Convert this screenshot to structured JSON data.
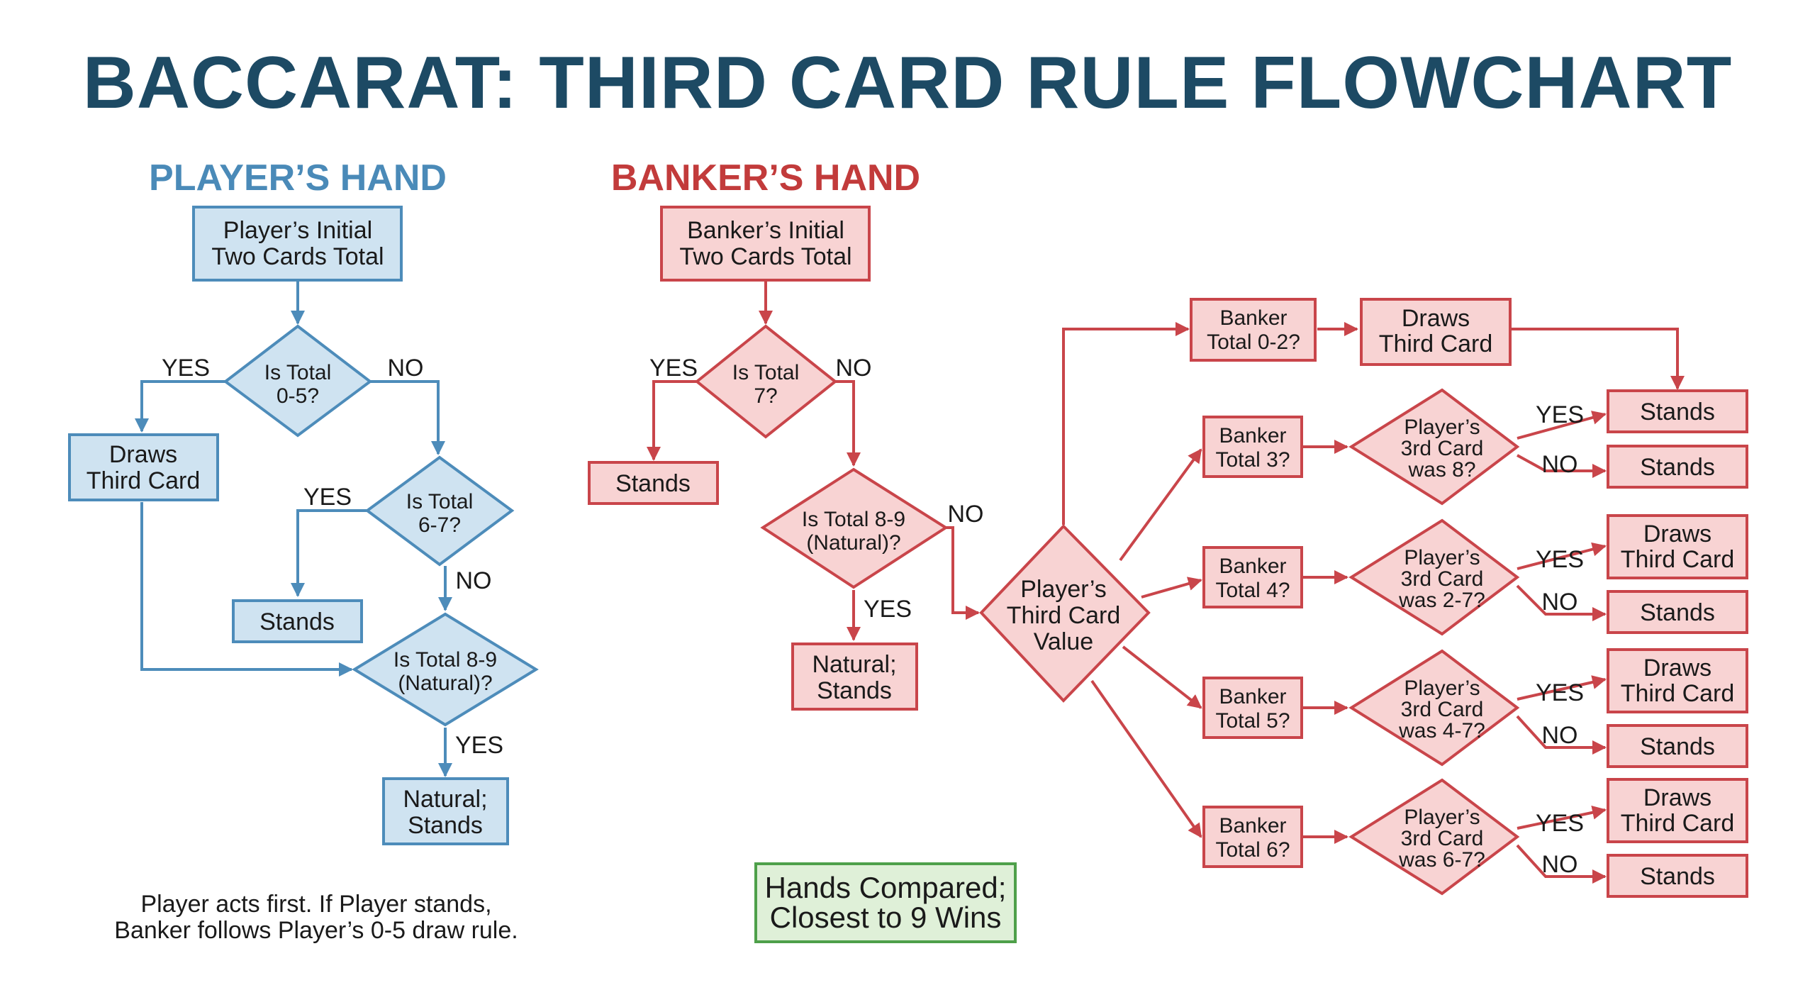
{
  "title": "BACCARAT: THIRD CARD RULE FLOWCHART",
  "colors": {
    "player": "#4d8cba",
    "banker": "#c9454a",
    "outcome": "#4ea04a",
    "title": "#1d4a64"
  },
  "player": {
    "heading": "PLAYER’S HAND",
    "start": [
      "Player’s Initial",
      "Two Cards Total"
    ],
    "d1": [
      "Is Total",
      "0-5?"
    ],
    "draw": [
      "Draws",
      "Third Card"
    ],
    "d2": [
      "Is Total",
      "6-7?"
    ],
    "stands": "Stands",
    "d3": [
      "Is Total 8-9",
      "(Natural)?"
    ],
    "natural": [
      "Natural;",
      "Stands"
    ],
    "note": [
      "Player acts first. If Player stands,",
      "Banker follows Player’s 0-5 draw rule."
    ]
  },
  "banker": {
    "heading": "BANKER’S HAND",
    "start": [
      "Banker’s Initial",
      "Two Cards Total"
    ],
    "d1": [
      "Is Total",
      "7?"
    ],
    "stands": "Stands",
    "d2": [
      "Is Total 8-9",
      "(Natural)?"
    ],
    "natural": [
      "Natural;",
      "Stands"
    ],
    "third": [
      "Player’s",
      "Third Card",
      "Value"
    ],
    "t02": [
      "Banker",
      "Total 0-2?"
    ],
    "draws": [
      "Draws",
      "Third Card"
    ],
    "t3": [
      "Banker",
      "Total 3?"
    ],
    "t4": [
      "Banker",
      "Total 4?"
    ],
    "t5": [
      "Banker",
      "Total 5?"
    ],
    "t6": [
      "Banker",
      "Total 6?"
    ],
    "q3": [
      "Player’s",
      "3rd Card",
      "was 8?"
    ],
    "q4": [
      "Player’s",
      "3rd Card",
      "was 2-7?"
    ],
    "q5": [
      "Player’s",
      "3rd Card",
      "was 4-7?"
    ],
    "q6": [
      "Player’s",
      "3rd Card",
      "was 6-7?"
    ],
    "draws_third": [
      "Draws",
      "Third Card"
    ]
  },
  "labels": {
    "yes": "YES",
    "no": "NO"
  },
  "outcome": [
    "Hands Compared;",
    "Closest to 9 Wins"
  ]
}
